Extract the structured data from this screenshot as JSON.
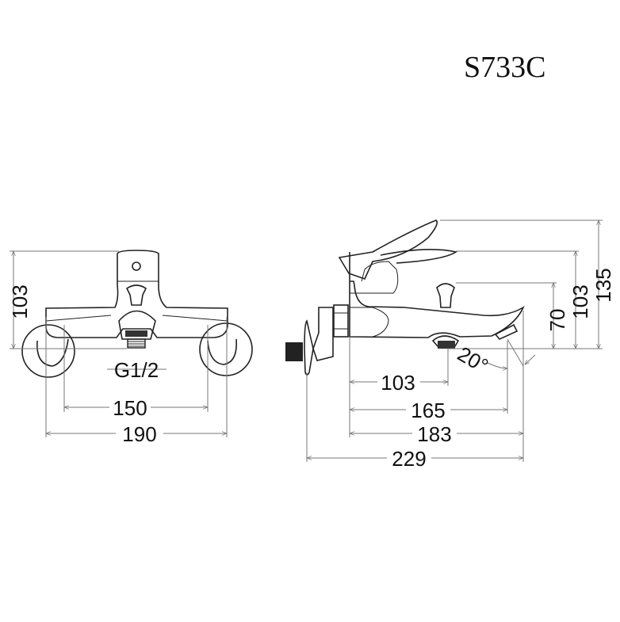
{
  "title": "S733C",
  "front_view": {
    "height_dim": "103",
    "thread_label": "G1/2",
    "inner_width_dim": "150",
    "outer_width_dim": "190"
  },
  "side_view": {
    "total_height_dim": "135",
    "body_height_dim": "103",
    "spout_height_dim": "70",
    "angle_label": "20°",
    "spout_outlet_dim": "103",
    "spout_reach_dim": "165",
    "body_length_dim": "183",
    "total_length_dim": "229"
  }
}
